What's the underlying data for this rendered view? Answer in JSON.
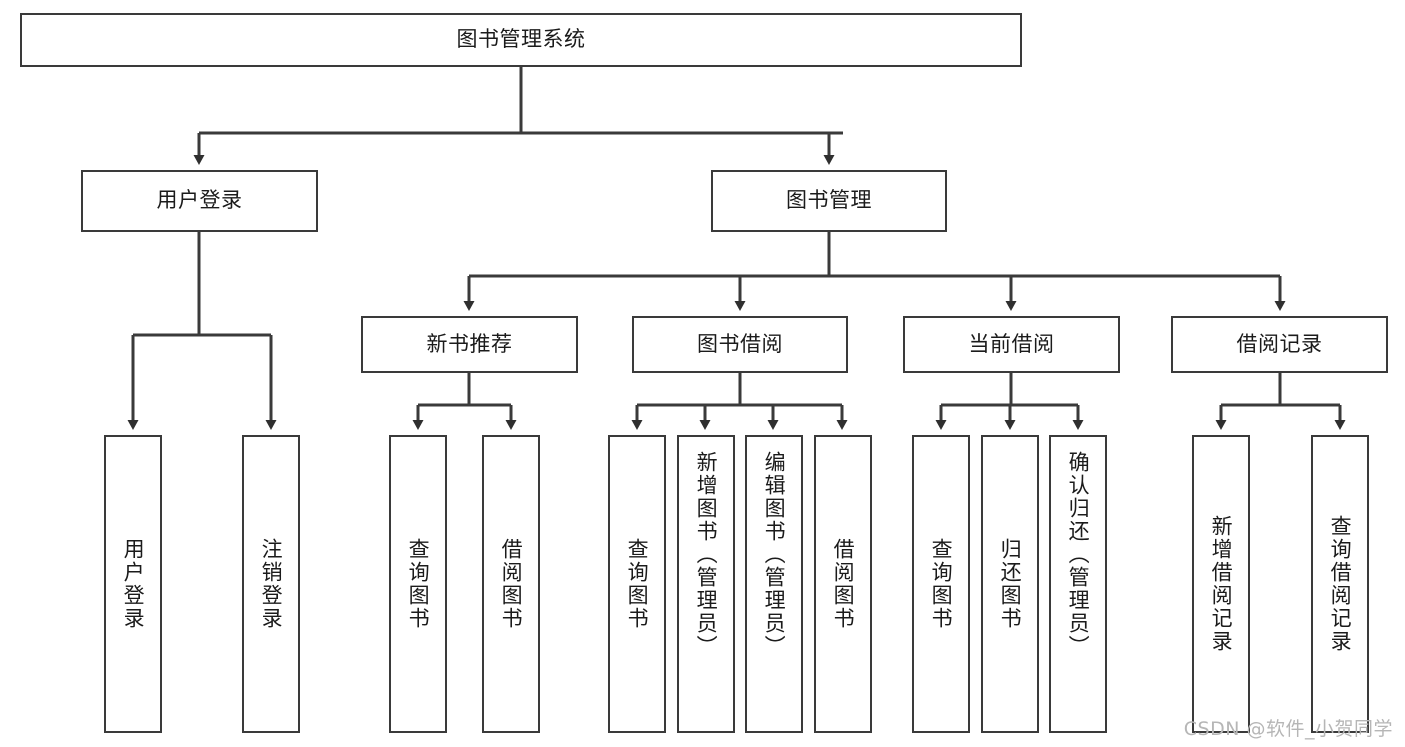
{
  "diagram": {
    "type": "tree",
    "title": "图书管理系统",
    "root": {
      "label": "图书管理系统"
    },
    "level1": [
      {
        "label": "用户登录"
      },
      {
        "label": "图书管理"
      }
    ],
    "level2": [
      {
        "label": "新书推荐"
      },
      {
        "label": "图书借阅"
      },
      {
        "label": "当前借阅"
      },
      {
        "label": "借阅记录"
      }
    ],
    "leaves": {
      "user_login": [
        {
          "label": "用户登录"
        },
        {
          "label": "注销登录"
        }
      ],
      "new_book_recommend": [
        {
          "label": "查询图书"
        },
        {
          "label": "借阅图书"
        }
      ],
      "book_borrow": [
        {
          "label": "查询图书"
        },
        {
          "label": "新增图书（管理员）"
        },
        {
          "label": "编辑图书（管理员）"
        },
        {
          "label": "借阅图书"
        }
      ],
      "current_borrow": [
        {
          "label": "查询图书"
        },
        {
          "label": "归还图书"
        },
        {
          "label": "确认归还（管理员）"
        }
      ],
      "borrow_record": [
        {
          "label": "新增借阅记录"
        },
        {
          "label": "查询借阅记录"
        }
      ]
    },
    "colors": {
      "stroke": "#3a3a3a",
      "background": "#ffffff",
      "text": "#1b1b1b",
      "watermark": "#b6b6b6"
    }
  },
  "watermark": {
    "text": "CSDN @软件_小贺同学"
  }
}
